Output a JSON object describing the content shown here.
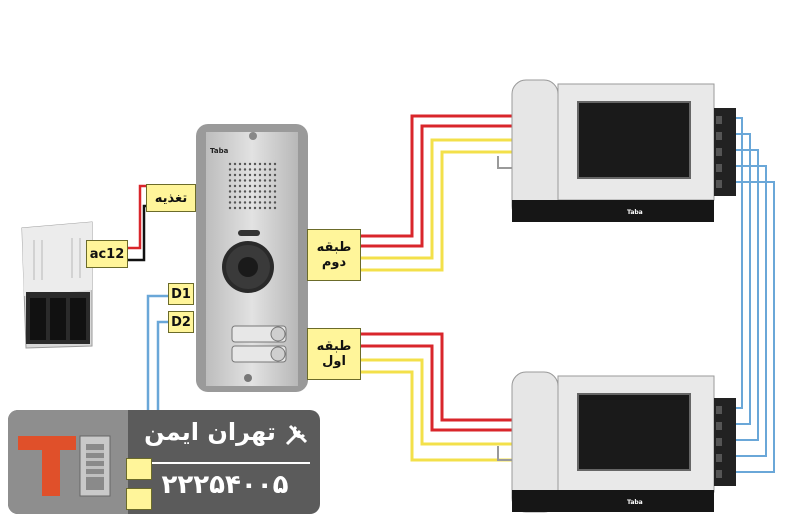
{
  "labels": {
    "power": "تغذیه",
    "ac": "ac12",
    "d1": "D1",
    "d2": "D2",
    "floor2_line1": "طبقه",
    "floor2_line2": "دوم",
    "floor1_line1": "طبقه",
    "floor1_line2": "اول"
  },
  "devices": {
    "panel_brand": "Taba",
    "monitor_brand_top": "Taba",
    "monitor_brand_bottom": "Taba"
  },
  "brand": {
    "name": "تهران ایمن",
    "phone": "۲۲۲۵۴۰۰۵"
  },
  "colors": {
    "wire_red": "#d9262b",
    "wire_yellow": "#f3e04a",
    "wire_blue": "#6aa7d8",
    "wire_black": "#111111",
    "label_bg": "#fff59a"
  }
}
